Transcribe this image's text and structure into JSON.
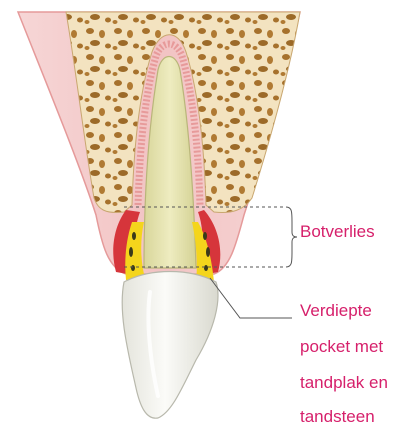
{
  "labels": {
    "bone_loss": "Botverlies",
    "pocket_line_1": "Verdiepte",
    "pocket_line_2": "pocket met",
    "pocket_line_3": "tandplak en",
    "pocket_line_4": "tandsteen"
  },
  "colors": {
    "label": "#d6206b",
    "gum": "#f2c7c7",
    "gum_edge": "#e59a9a",
    "bone": "#f3e3c0",
    "bone_spots": "#a6712c",
    "root": "#e9e6b4",
    "crown": "#f2f2ec",
    "inflammation": "#d6353b",
    "tartar": "#f4d51c",
    "plaque": "#3a3a1a",
    "leader": "#555555"
  }
}
